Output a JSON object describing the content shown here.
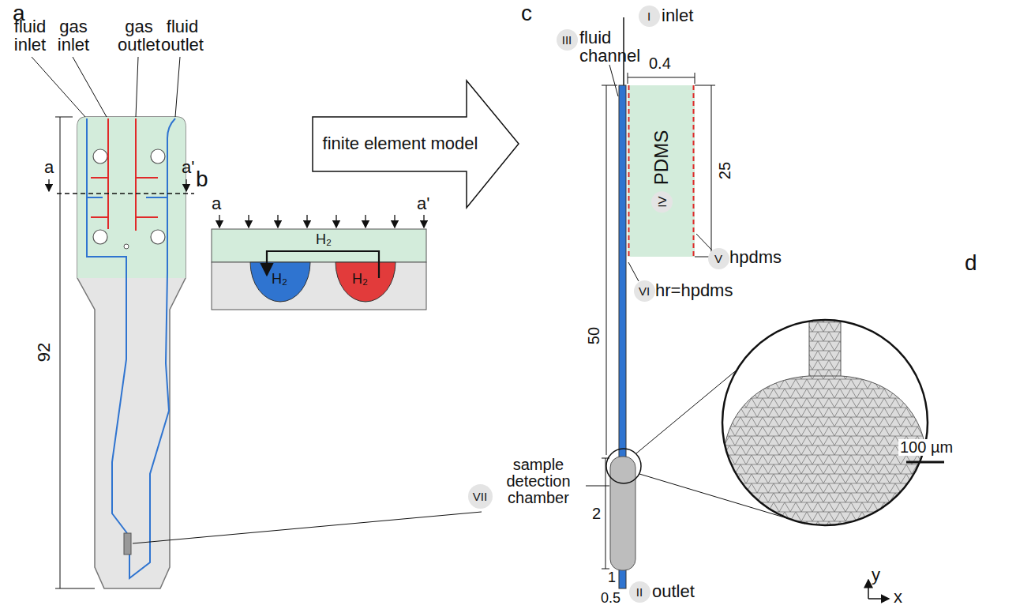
{
  "diagram": {
    "nodes": [
      {
        "text": [
          "finite element model"
        ]
      },
      {
        "text": [
          "I"
        ]
      },
      {
        "text": [
          "III"
        ]
      },
      {
        "text": [
          "PDMS"
        ]
      },
      {
        "text": [
          "IV"
        ],
        "in": 3
      },
      {
        "text": [
          "V"
        ]
      },
      {
        "text": [
          "VI"
        ]
      },
      {
        "text": [
          "VII"
        ]
      },
      {
        "text": [
          "II"
        ]
      }
    ],
    "labels": [
      "a",
      "fluid inlet",
      "gas inlet",
      "gas outlet",
      "fluid outlet",
      "a",
      "a'",
      "92",
      "b",
      "a",
      "a'",
      "H₂",
      "H₂",
      "H₂",
      "c",
      "inlet",
      "fluid channel",
      "0.4",
      "25",
      "50",
      "hpdms",
      "hr=hpdms",
      "sample detection chamber",
      "2",
      "1",
      "0.5",
      "outlet",
      "y",
      "x",
      "d",
      "100 µm"
    ]
  }
}
